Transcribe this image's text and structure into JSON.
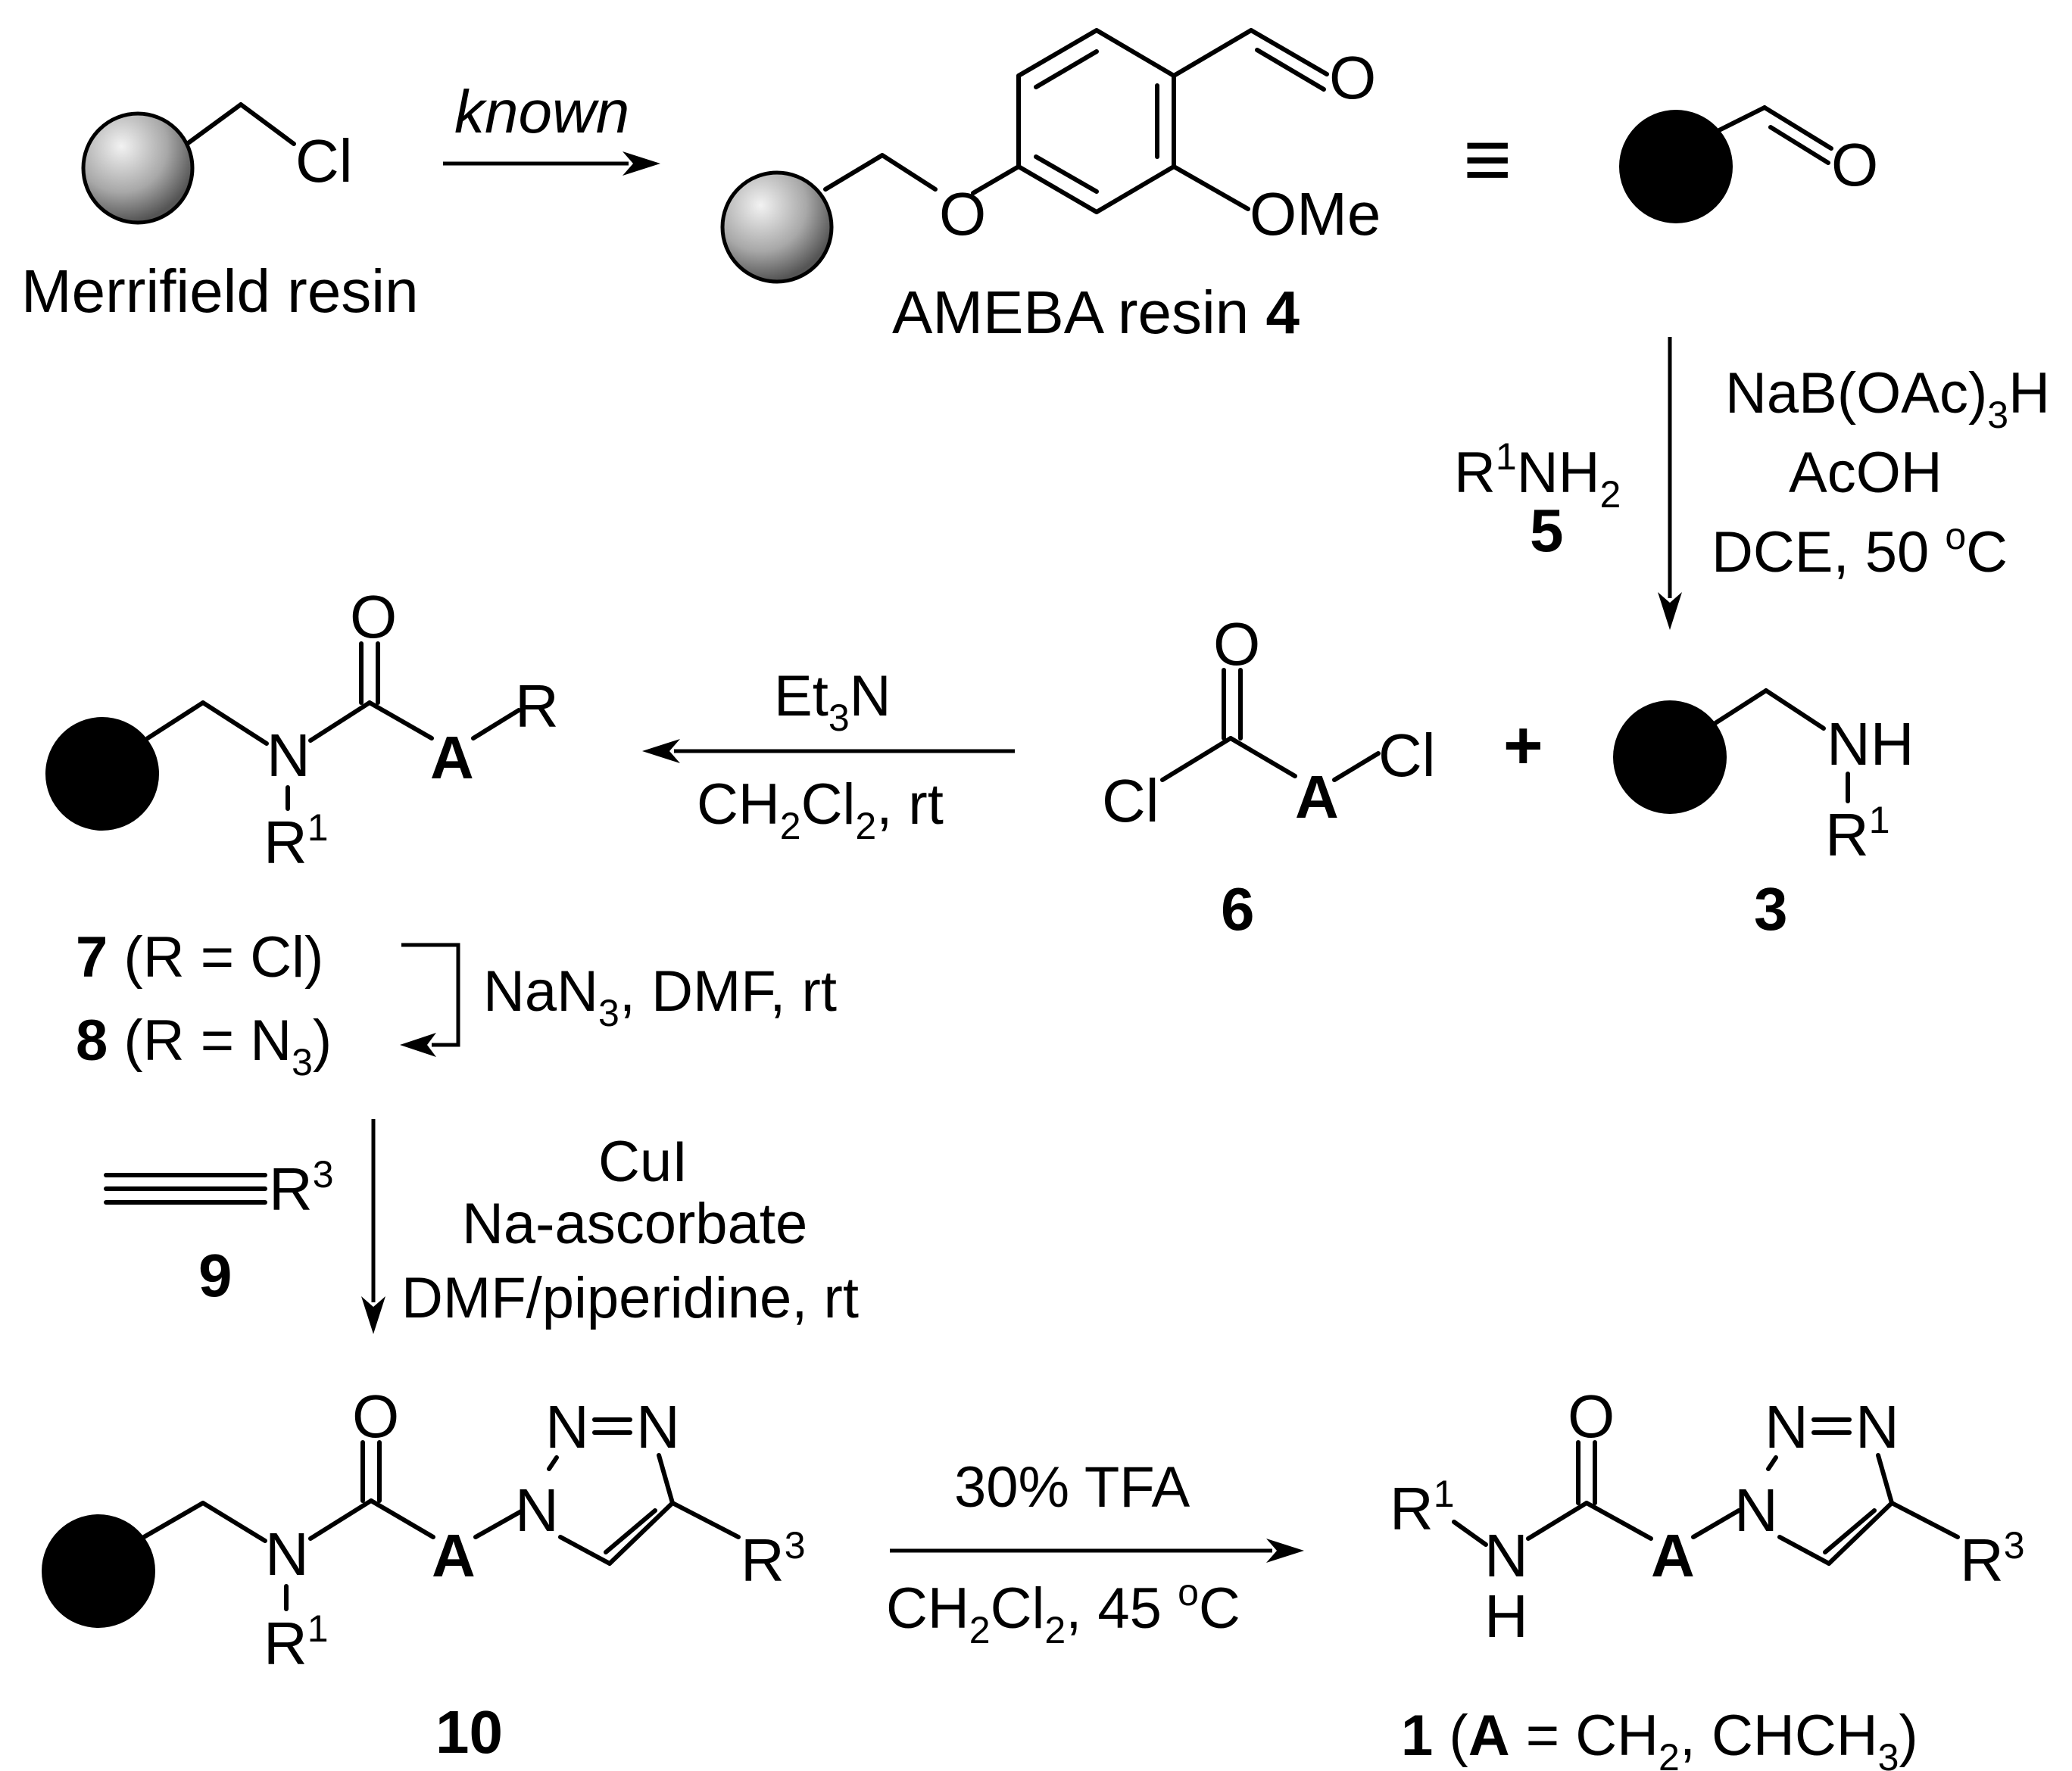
{
  "colors": {
    "ink": "#000000",
    "bead_solid": "#000000",
    "bead_light": "#f2f2f2",
    "bead_dark": "#555555"
  },
  "arrows": {
    "known": "known",
    "equiv_symbol": "≡",
    "plus": "+",
    "reductive_amination": {
      "reagent": "R",
      "reagent_sup": "1",
      "reagent_main": "NH",
      "reagent_sub": "2",
      "reagent_number": "5",
      "line1_pre": "NaB(OAc)",
      "line1_sub": "3",
      "line1_post": "H",
      "line2": "AcOH",
      "line3_pre": "DCE, 50 ",
      "line3_sup": "o",
      "line3_post": "C"
    },
    "acylation": {
      "line1_pre": "Et",
      "line1_sub": "3",
      "line1_post": "N",
      "line2_a": "CH",
      "line2_sub1": "2",
      "line2_b": "Cl",
      "line2_sub2": "2",
      "line2_c": ", rt"
    },
    "azidation": {
      "pre": "NaN",
      "sub": "3",
      "post": ", DMF, rt"
    },
    "click": {
      "reagent_r": "R",
      "reagent_sup": "3",
      "reagent_number": "9",
      "line1": "CuI",
      "line2": "Na-ascorbate",
      "line3": "DMF/piperidine, rt"
    },
    "cleavage": {
      "line1": "30% TFA",
      "line2_a": "CH",
      "line2_sub1": "2",
      "line2_b": "Cl",
      "line2_sub2": "2",
      "line2_c": ", 45 ",
      "line2_sup": "o",
      "line2_d": "C"
    }
  },
  "compounds": {
    "merrifield": {
      "label": "Merrifield resin",
      "atom_cl": "Cl"
    },
    "ameba": {
      "label_pre": "AMEBA resin ",
      "number": "4",
      "atom_o_ether": "O",
      "atom_o_carbonyl": "O",
      "atom_ome": "OMe"
    },
    "ameba_simplified": {
      "atom_o": "O"
    },
    "c3": {
      "number": "3",
      "atom_nh": "NH",
      "r": "R",
      "r_sup": "1"
    },
    "c6": {
      "number": "6",
      "atom_o": "O",
      "atom_cl_left": "Cl",
      "atom_cl_right": "Cl",
      "a": "A"
    },
    "c7_8": {
      "atom_o": "O",
      "atom_n": "N",
      "r1": "R",
      "r1_sup": "1",
      "a": "A",
      "r": "R",
      "l7_num": "7",
      "l7_text": " (R = Cl)",
      "l8_num": "8",
      "l8_text_pre": " (R = N",
      "l8_sub": "3",
      "l8_text_post": ")"
    },
    "c10": {
      "number": "10",
      "atom_o": "O",
      "atom_n_amide": "N",
      "r1": "R",
      "r1_sup": "1",
      "a": "A",
      "atom_n1": "N",
      "atom_n2": "N",
      "atom_n3": "N",
      "r3": "R",
      "r3_sup": "3"
    },
    "c1": {
      "number": "1",
      "r1": "R",
      "r1_sup": "1",
      "atom_n": "N",
      "atom_h": "H",
      "atom_o": "O",
      "a": "A",
      "atom_n1": "N",
      "atom_n2": "N",
      "atom_n3": "N",
      "r3": "R",
      "r3_sup": "3",
      "label_pre": " (",
      "label_a": "A",
      "label_mid1": " = CH",
      "label_sub1": "2",
      "label_mid2": ", CHCH",
      "label_sub2": "3",
      "label_post": ")"
    }
  }
}
